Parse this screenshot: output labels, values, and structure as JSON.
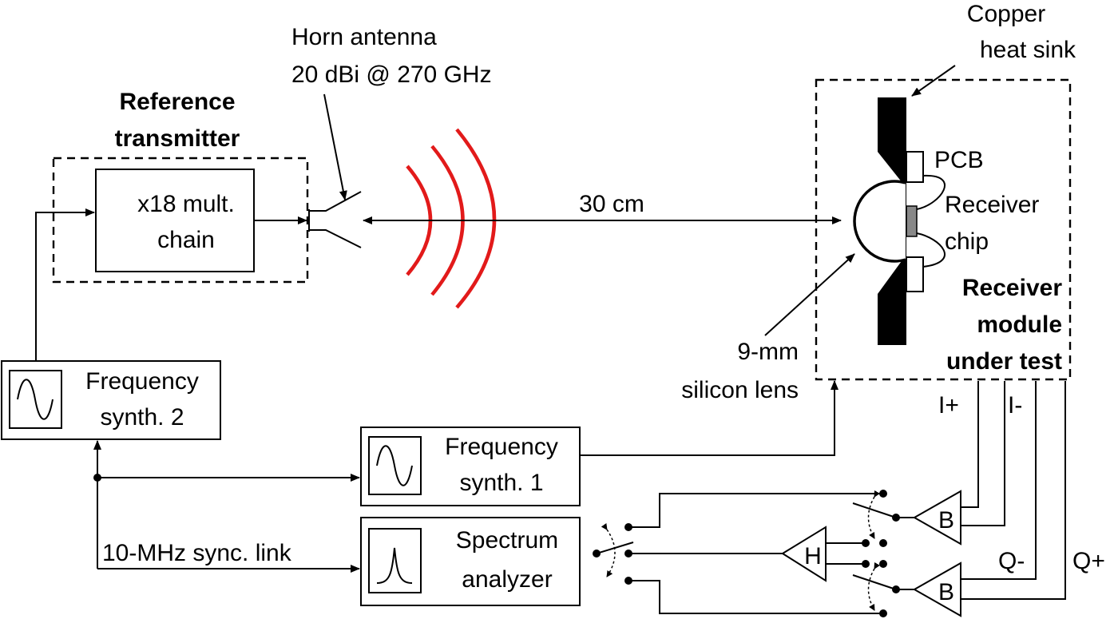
{
  "diagram": {
    "horn_antenna": {
      "line1": "Horn antenna",
      "line2": "20 dBi @ 270 GHz"
    },
    "reference_transmitter": {
      "line1": "Reference",
      "line2": "transmitter"
    },
    "mult_chain": {
      "line1": "x18 mult.",
      "line2": "chain"
    },
    "distance": "30 cm",
    "copper_heat_sink": {
      "line1": "Copper",
      "line2": "heat sink"
    },
    "pcb": "PCB",
    "receiver_chip": {
      "line1": "Receiver",
      "line2": "chip"
    },
    "receiver_module": {
      "line1": "Receiver",
      "line2": "module",
      "line3": "under test"
    },
    "silicon_lens": {
      "line1": "9-mm",
      "line2": "silicon lens"
    },
    "freq_synth_2": {
      "line1": "Frequency",
      "line2": "synth. 2"
    },
    "freq_synth_1": {
      "line1": "Frequency",
      "line2": "synth. 1"
    },
    "spectrum_analyzer": {
      "line1": "Spectrum",
      "line2": "analyzer"
    },
    "sync_link": "10-MHz sync. link",
    "outputs": {
      "i_plus": "I+",
      "i_minus": "I-",
      "q_minus": "Q-",
      "q_plus": "Q+"
    },
    "amp_b": "B",
    "amp_h": "H"
  }
}
